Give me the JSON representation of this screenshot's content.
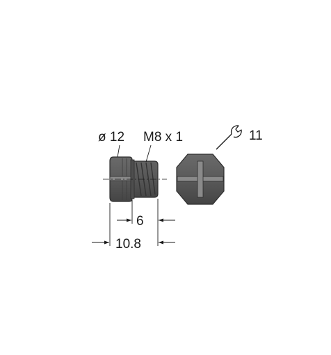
{
  "labels": {
    "diameter": "ø 12",
    "thread": "M8 x 1",
    "wrench_size": "11",
    "thread_length": "6",
    "total_length": "10.8"
  },
  "colors": {
    "part_fill": "#5b5b5b",
    "part_edge": "#2e2e2e",
    "dimension_line": "#1a1a1a",
    "background": "#ffffff"
  },
  "icons": {
    "wrench": "wrench-icon"
  }
}
